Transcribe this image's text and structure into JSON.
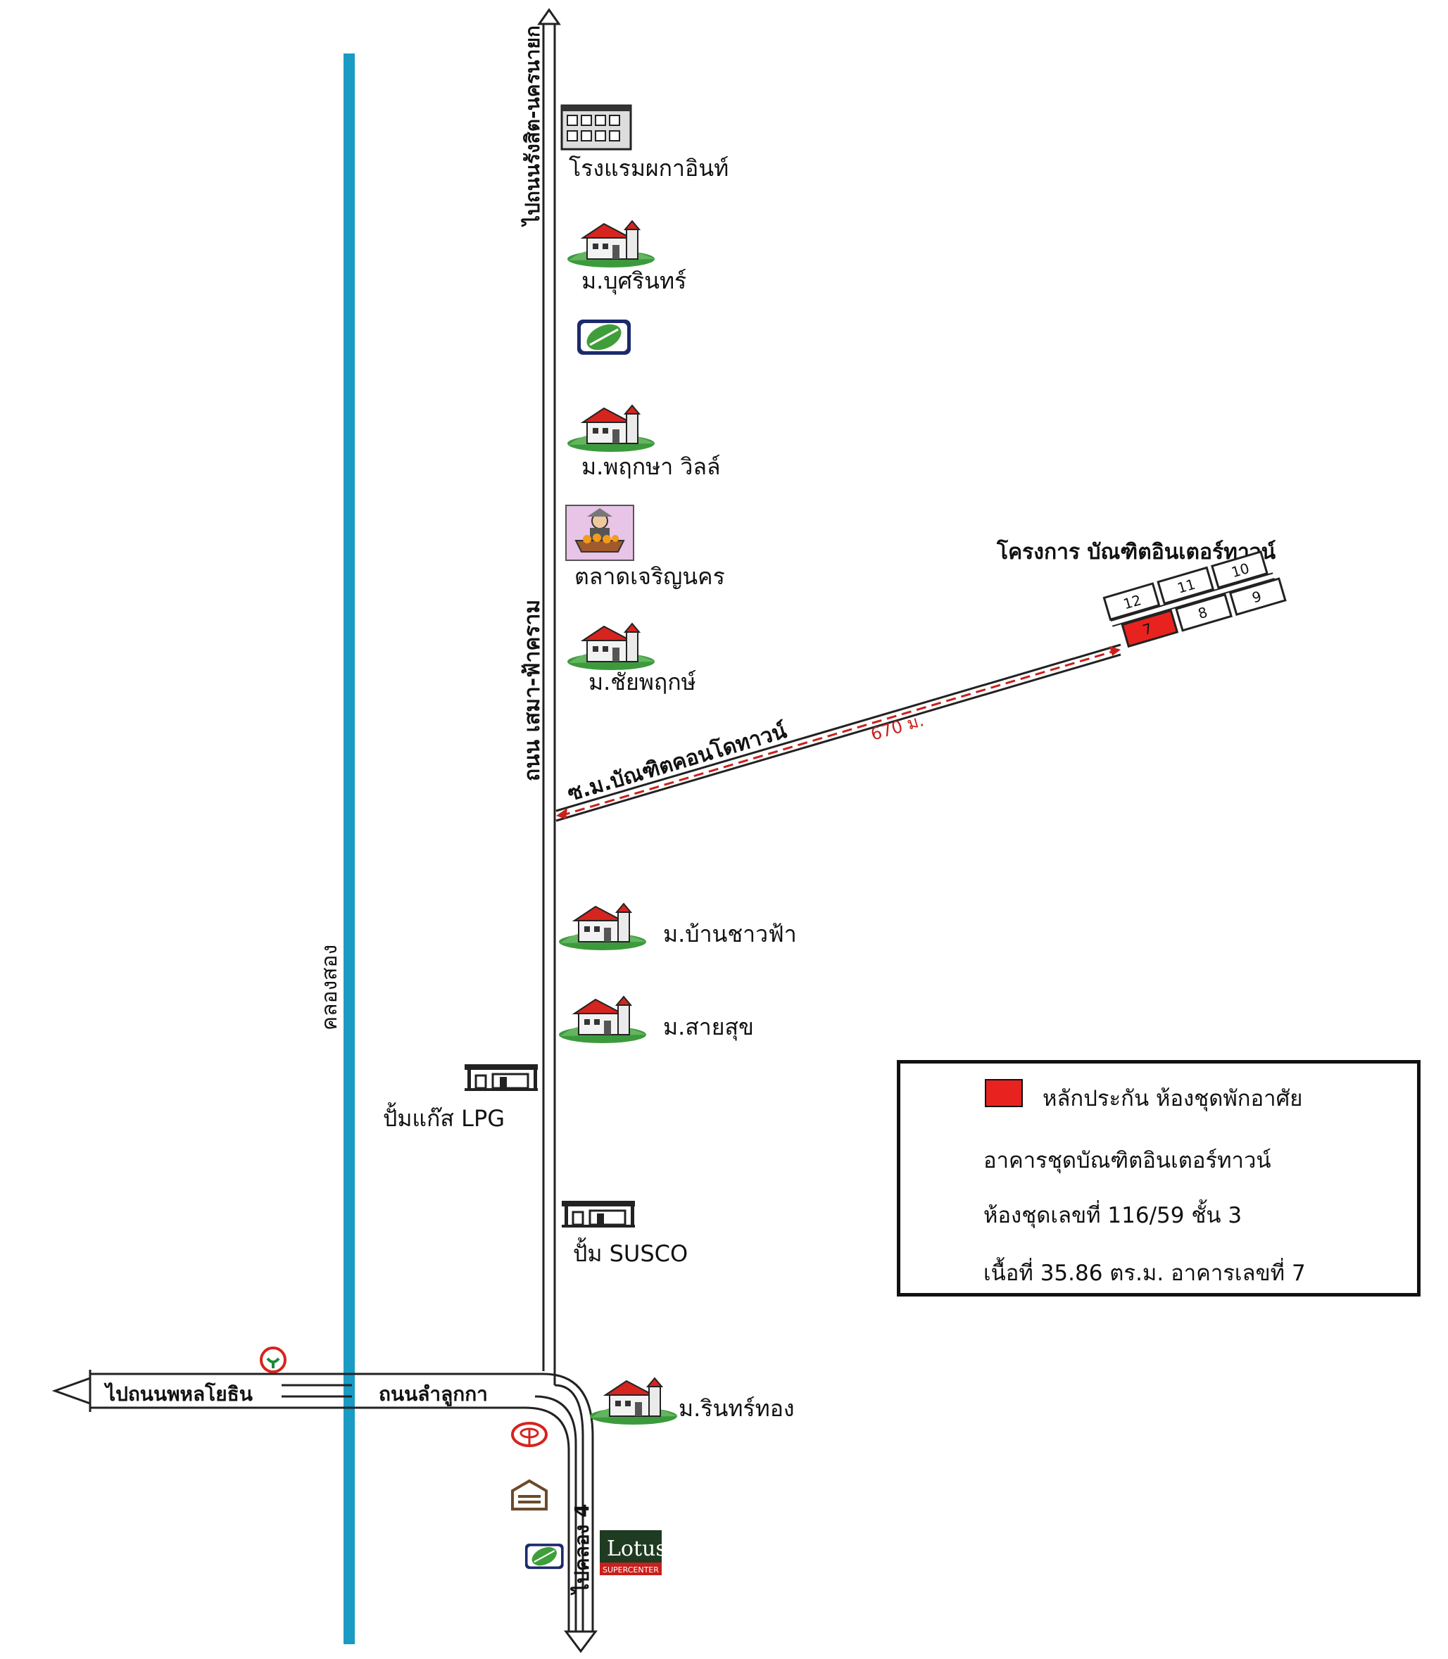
{
  "roads": {
    "main_road": "ถนน เสมา-ฟ้าคราม",
    "to_north": "ไปถนนรังสิต-นครนายก",
    "cross_road": "ถนนลำลูกกา",
    "to_west": "ไปถนนพหลโยธิน",
    "to_south": "ไปคลอง 4",
    "soi": "ซ.ม.บัณฑิตคอนโดทาวน์",
    "soi_distance": "670 ม.",
    "canal": "คลองสอง"
  },
  "landmarks": [
    {
      "label": "โรงแรมผกาอินท์",
      "icon": "hotel-icon"
    },
    {
      "label": "ม.บุศรินทร์",
      "icon": "house-icon"
    },
    {
      "label": "",
      "icon": "bank-leaf-logo-icon"
    },
    {
      "label": "ม.พฤกษา วิลล์",
      "icon": "house-icon"
    },
    {
      "label": "ตลาดเจริญนคร",
      "icon": "market-vendor-icon"
    },
    {
      "label": "ม.ชัยพฤกษ์",
      "icon": "house-icon"
    },
    {
      "label": "ม.บ้านชาวฟ้า",
      "icon": "house-icon"
    },
    {
      "label": "ม.สายสุข",
      "icon": "house-icon"
    },
    {
      "label": "ปั้มแก๊ส LPG",
      "icon": "gas-station-icon"
    },
    {
      "label": "ปั้ม SUSCO",
      "icon": "gas-station-icon"
    },
    {
      "label": "ม.รินทร์ทอง",
      "icon": "house-icon"
    }
  ],
  "logos": {
    "lotus_name": "Lotus",
    "lotus_sub": "SUPERCENTER"
  },
  "project": {
    "title": "โครงการ บัณฑิตอินเตอร์ทาวน์",
    "buildings_top": [
      "12",
      "11",
      "10"
    ],
    "buildings_bottom": [
      "7",
      "8",
      "9"
    ],
    "highlighted": "7"
  },
  "legend": {
    "marker_label": "หลักประกัน ห้องชุดพักอาศัย",
    "line1": "อาคารชุดบัณฑิตอินเตอร์ทาวน์",
    "line2": "ห้องชุดเลขที่ 116/59 ชั้น 3",
    "line3": "เนื้อที่ 35.86 ตร.ม. อาคารเลขที่ 7"
  },
  "colors": {
    "canal": "#1a9bc4",
    "collateral": "#e8231f",
    "route": "#c8201c",
    "roof": "#d6241f"
  }
}
